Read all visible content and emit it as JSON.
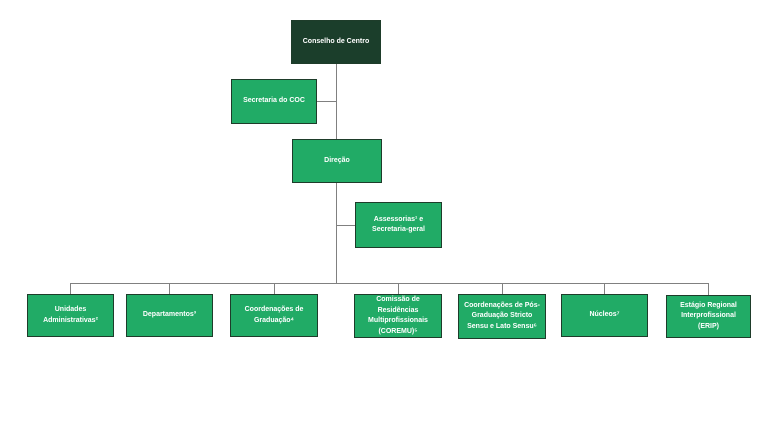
{
  "diagram": {
    "type": "org-chart",
    "language": "pt-BR",
    "colors": {
      "background": "#ffffff",
      "root_fill": "#1b3e2b",
      "node_fill": "#21ab66",
      "node_border": "#1e3c2a",
      "connector": "#808080",
      "text": "#ffffff"
    },
    "nodes": {
      "conselho": {
        "label": "Conselho de Centro",
        "level": 1
      },
      "secretaria": {
        "label": "Secretaria do COC",
        "level": 2
      },
      "direcao": {
        "label": "Direção",
        "level": 2
      },
      "assessorias": {
        "label": "Assessorias¹ e\nSecretaria-geral",
        "level": 3
      },
      "unidades": {
        "label": "Unidades\nAdministrativas²",
        "level": 4
      },
      "departamentos": {
        "label": "Departamentos³",
        "level": 4
      },
      "coordgrad": {
        "label": "Coordenações de\nGraduação⁴",
        "level": 4
      },
      "coremu": {
        "label": "Comissão de\nResidências\nMultiprofissionais\n(COREMU)⁵",
        "level": 4
      },
      "posgrad": {
        "label": "Coordenações de Pós-\nGraduação Stricto\nSensu e Lato Sensu⁶",
        "level": 4
      },
      "nucleos": {
        "label": "Núcleos⁷",
        "level": 4
      },
      "erip": {
        "label": "Estágio Regional\nInterprofissional\n(ERIP)",
        "level": 4
      }
    }
  }
}
